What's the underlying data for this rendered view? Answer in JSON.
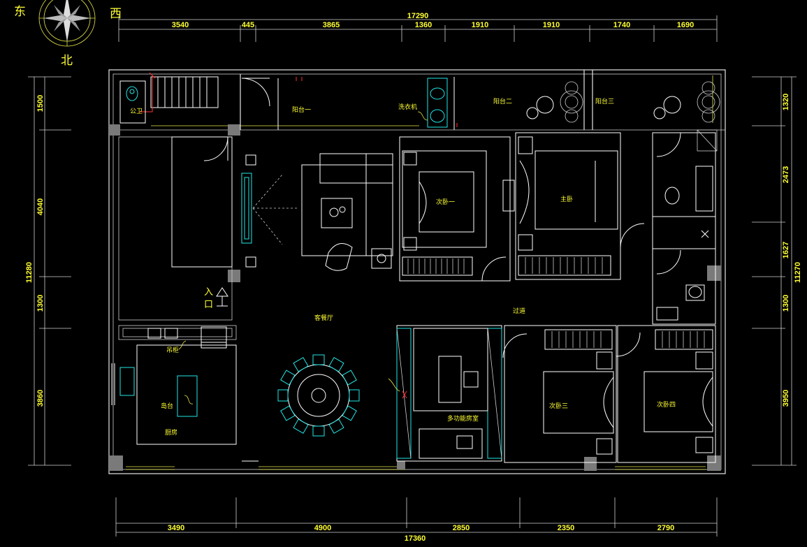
{
  "compass": {
    "east": "东",
    "west": "西",
    "north": "北"
  },
  "dims": {
    "top_total": "17290",
    "top": [
      "3540",
      "445",
      "3865",
      "1360",
      "1910",
      "1910",
      "1740",
      "1690"
    ],
    "bottom_total": "17360",
    "bottom": [
      "3490",
      "4900",
      "2850",
      "2350",
      "2790"
    ],
    "left_total": "11280",
    "left": [
      "1500",
      "4040",
      "1300",
      "3860"
    ],
    "right_total": "11270",
    "right": [
      "1320",
      "2473",
      "1627",
      "1300",
      "3950"
    ]
  },
  "rooms": {
    "gongwei": "公卫",
    "balcony1": "阳台一",
    "washer": "洗衣机",
    "balcony2": "阳台二",
    "balcony3": "阳台三",
    "bedroom2_1": "次卧一",
    "master": "主卧",
    "entrance_ru": "入",
    "entrance_kou": "口",
    "living_dining": "客餐厅",
    "corridor": "过道",
    "cabinet": "吊柜",
    "island": "岛台",
    "kitchen": "厨房",
    "multi_room": "多功能房室",
    "bedroom2_3": "次卧三",
    "bedroom2_4": "次卧四"
  }
}
